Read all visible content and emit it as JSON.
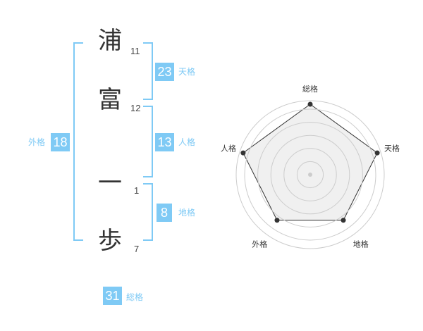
{
  "name": [
    {
      "char": "浦",
      "strokes": "11"
    },
    {
      "char": "富",
      "strokes": "12"
    },
    {
      "char": "一",
      "strokes": "1"
    },
    {
      "char": "歩",
      "strokes": "7"
    }
  ],
  "fortunes": {
    "tenkaku": {
      "value": "23",
      "label": "天格"
    },
    "jinkaku": {
      "value": "13",
      "label": "人格"
    },
    "chikaku": {
      "value": "8",
      "label": "地格"
    },
    "gaikaku": {
      "value": "18",
      "label": "外格"
    },
    "soukaku": {
      "value": "31",
      "label": "総格"
    }
  },
  "radar": {
    "axes": [
      "総格",
      "天格",
      "地格",
      "外格",
      "人格"
    ],
    "values": [
      1.0,
      1.0,
      0.8,
      0.8,
      1.0
    ],
    "max": 1.0,
    "rings": 5
  }
}
